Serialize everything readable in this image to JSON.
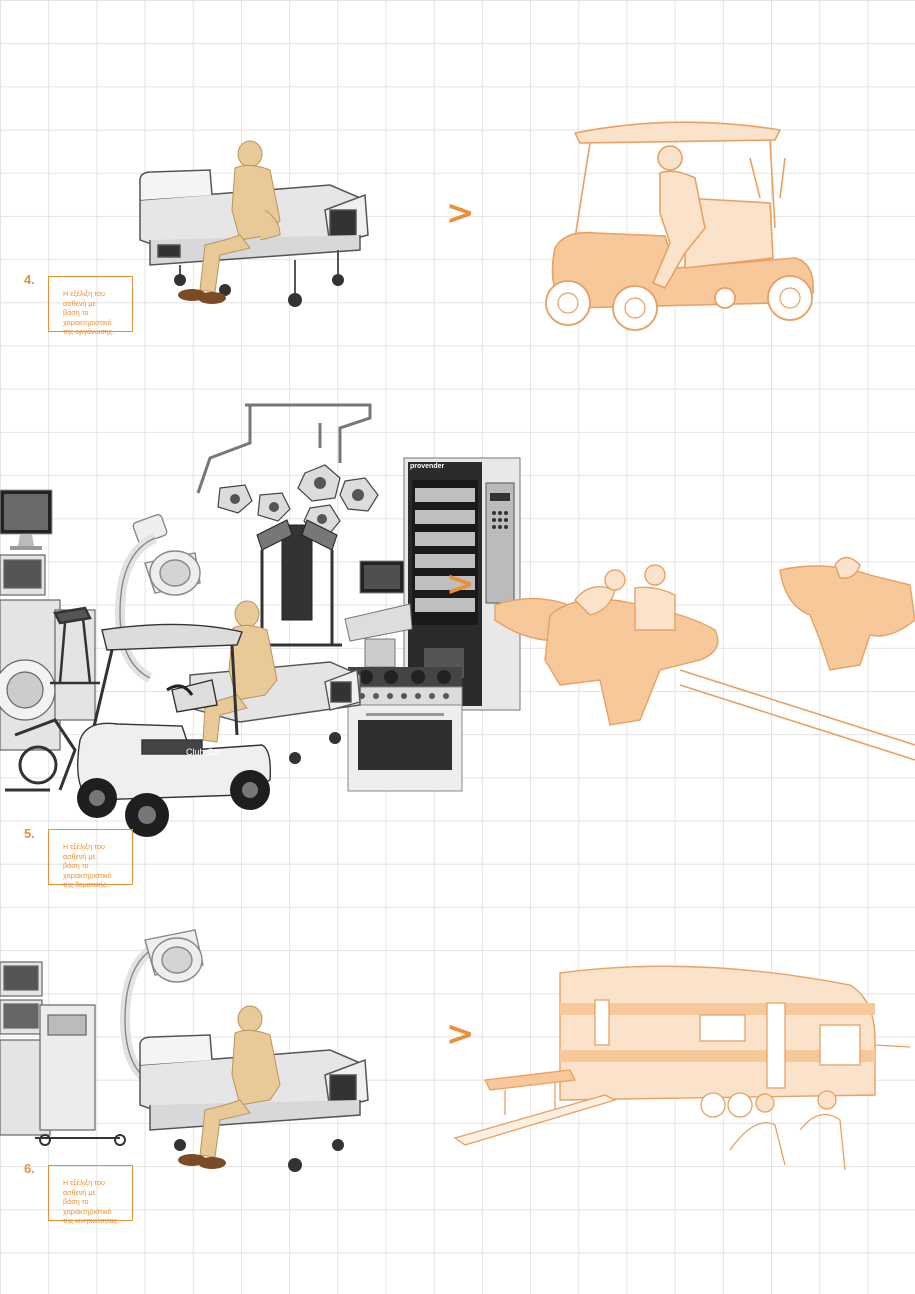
{
  "colors": {
    "accent": "#e8913a",
    "sketch_fill": "#f6c89a",
    "grid": "#e4e4e4",
    "skin": "#e9c998"
  },
  "sections": [
    {
      "number": "4.",
      "caption_lines": [
        "Η εξέλιξη του ασθενή με",
        "βάση το χαρακτηριστικό",
        "της οργάνωσης."
      ],
      "arrow": ">",
      "illustration_icon": "golf-cart-sketch-icon"
    },
    {
      "number": "5.",
      "caption_lines": [
        "Η εξέλιξη του ασθενή με",
        "βάση το χαρακτηριστικό",
        "της θεματικής."
      ],
      "arrow": ">",
      "illustration_icon": "flying-elephant-ride-sketch-icon",
      "labels": {
        "cart_brand": "Club Car",
        "vending_brand": "provender"
      }
    },
    {
      "number": "6.",
      "caption_lines": [
        "Η εξέλιξη του ασθενή με",
        "βάση το χαρακτηριστικό",
        "της κινητικότητας."
      ],
      "arrow": ">",
      "illustration_icon": "camper-trailer-sketch-icon"
    }
  ]
}
